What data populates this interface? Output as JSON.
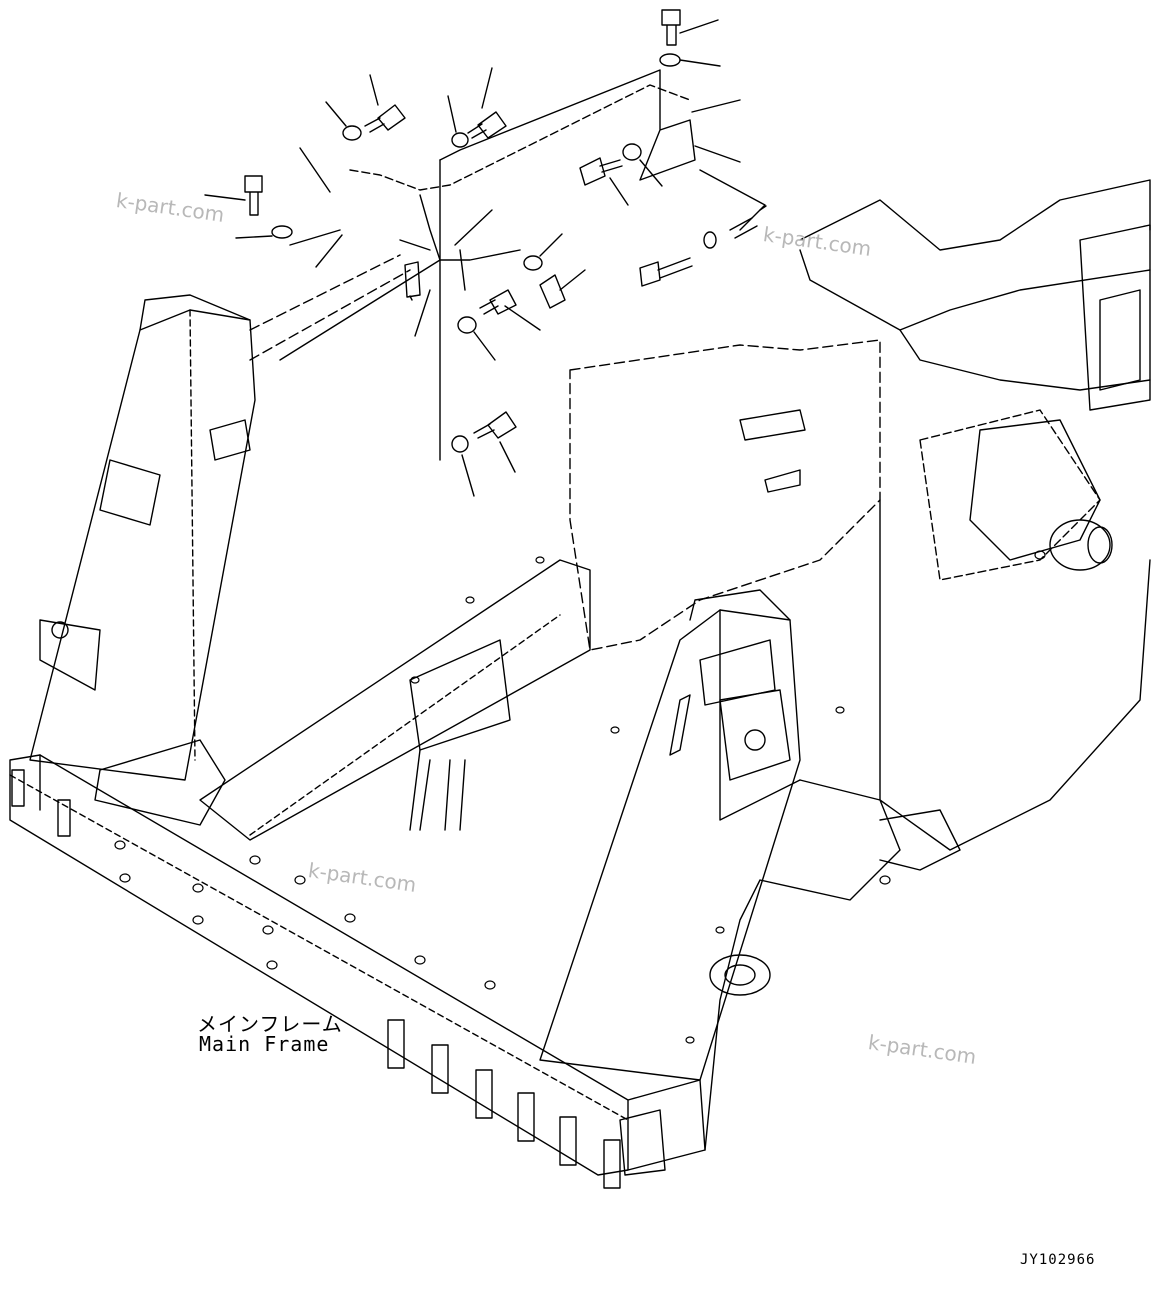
{
  "labels": {
    "part_name_jp": "メインフレーム",
    "part_name_en": "Main Frame",
    "drawing_code": "JY102966"
  },
  "watermarks": [
    "k-part.com",
    "k-part.com",
    "k-part.com",
    "k-part.com"
  ]
}
